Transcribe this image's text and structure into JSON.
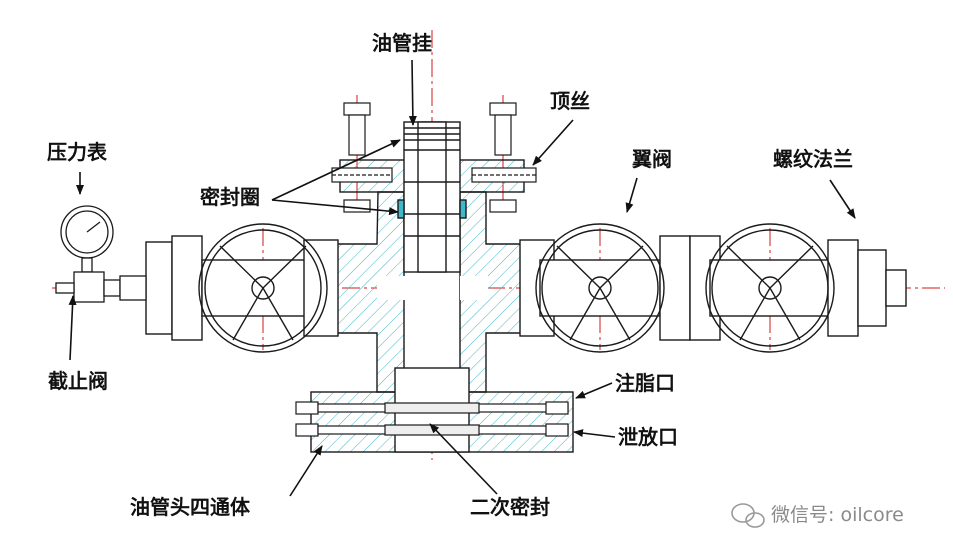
{
  "labels": {
    "tubing_hanger": "油管挂",
    "top_wire": "顶丝",
    "pressure_gauge": "压力表",
    "wing_valve": "翼阀",
    "threaded_flange": "螺纹法兰",
    "seal_ring": "密封圈",
    "stop_valve": "截止阀",
    "grease_port": "注脂口",
    "vent_port": "泄放口",
    "tubing_head_cross": "油管头四通体",
    "secondary_seal": "二次密封"
  },
  "watermark": {
    "text": "微信号: oilcore"
  },
  "colors": {
    "outline": "#1a1a1a",
    "centerline": "#d01818",
    "hatch": "#3fb8c8",
    "label": "#111111"
  }
}
